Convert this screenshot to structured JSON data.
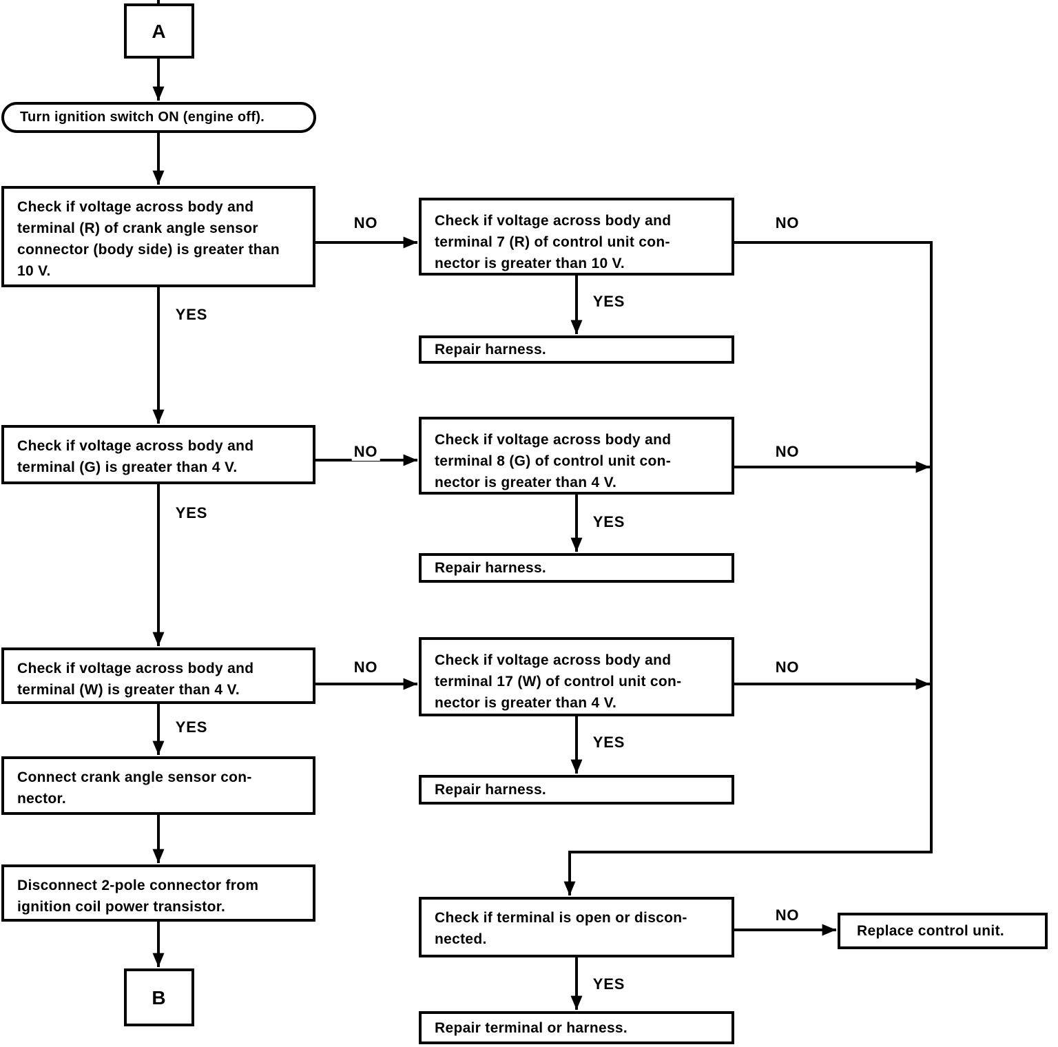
{
  "colors": {
    "ink": "#000000",
    "background": "#ffffff"
  },
  "labels": {
    "yes": "YES",
    "no": "NO"
  },
  "nodes": {
    "connector_a": "A",
    "start": "Turn ignition switch ON (engine off).",
    "check_r": "Check if voltage across body and\nterminal (R) of crank angle sensor\nconnector (body side) is greater than\n10 V.",
    "check_cu7": "Check if voltage across body and\nterminal 7 (R) of control unit con-\nnector is greater than 10 V.",
    "repair_harness_1": "Repair harness.",
    "check_g": "Check if voltage across body and\nterminal (G) is greater than 4 V.",
    "check_cu8": "Check if voltage across body and\nterminal 8 (G) of control unit con-\nnector is greater than 4 V.",
    "repair_harness_2": "Repair harness.",
    "check_w": "Check if voltage across body and\nterminal (W) is greater than 4 V.",
    "check_cu17": "Check if voltage across body and\nterminal 17 (W) of control unit con-\nnector is greater than 4 V.",
    "repair_harness_3": "Repair harness.",
    "connect_sensor": "Connect crank angle sensor con-\nnector.",
    "disconnect_2pole": "Disconnect 2-pole connector from\nignition coil power transistor.",
    "connector_b": "B",
    "check_terminal": "Check if terminal is open or discon-\nnected.",
    "replace_control_unit": "Replace control unit.",
    "repair_terminal": "Repair terminal or harness."
  }
}
